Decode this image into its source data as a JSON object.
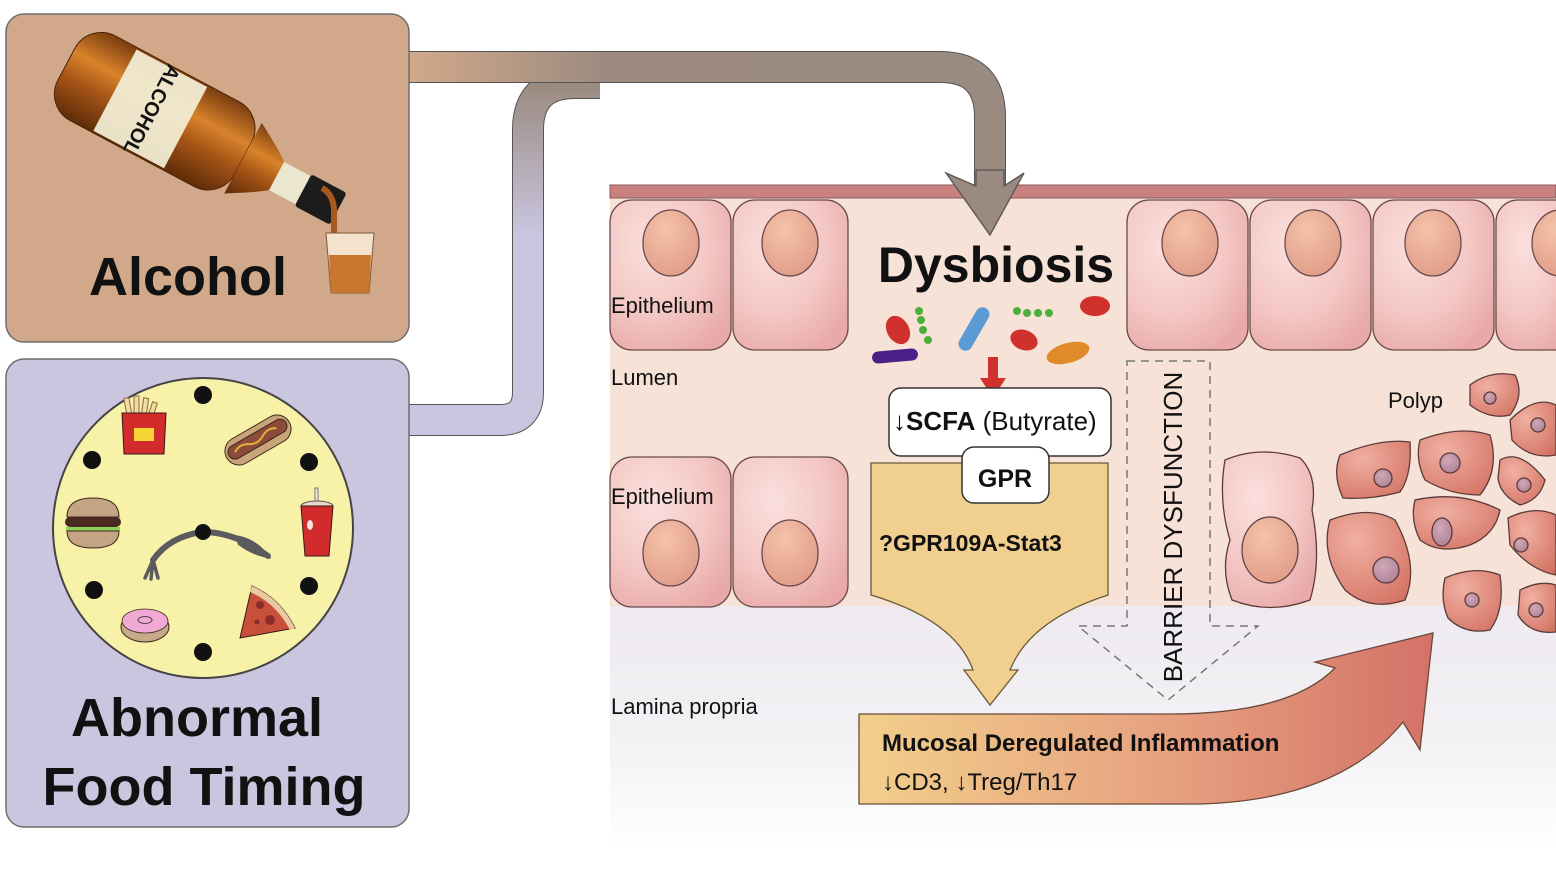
{
  "inputs": {
    "alcohol": {
      "title": "Alcohol",
      "bottle_label": "ALCOHOL",
      "panel_color": "#d1a98a"
    },
    "food_timing": {
      "title_line1": "Abnormal",
      "title_line2": "Food Timing",
      "panel_color": "#cac6e0",
      "clock_face_color": "#f8f1a8",
      "clock_items": [
        "fries",
        "hot-dog",
        "soda-cup",
        "pizza-slice",
        "donut",
        "burger"
      ],
      "clock_hands": "fork-and-knife"
    }
  },
  "gut": {
    "labels": {
      "epithelium_top": "Epithelium",
      "lumen": "Lumen",
      "epithelium_bottom": "Epithelium",
      "lamina_propria": "Lamina propria",
      "polyp": "Polyp"
    },
    "dysbiosis": {
      "title": "Dysbiosis",
      "bacteria_colors": [
        "#d0312d",
        "#4caf3a",
        "#5b9bd5",
        "#4b1f86",
        "#e08a2c"
      ]
    },
    "scfa_box": {
      "arrow": "↓",
      "bold": "SCFA",
      "rest": " (Butyrate)"
    },
    "gpr_box": {
      "label": "GPR"
    },
    "pathway": {
      "label": "?GPR109A-Stat3",
      "color": "#f1cf8e"
    },
    "barrier": {
      "label": "BARRIER DYSFUNCTION"
    },
    "inflammation": {
      "title": "Mucosal Deregulated Inflammation",
      "subtitle": "↓CD3, ↓Treg/Th17",
      "color_start": "#f2cf8c",
      "color_end": "#d77a6d"
    }
  },
  "colors": {
    "lumen_bg": "#f6e2d6",
    "lamina_bg": "#eeeaf0",
    "mucosa_band": "#c8817f",
    "cell_fill": "#f3c6c3",
    "nucleus_fill": "#e8a592",
    "polyp_cell": "#d87e6e",
    "polyp_nucleus": "#b88a9c",
    "connector_arrow": "#9a8a80"
  }
}
